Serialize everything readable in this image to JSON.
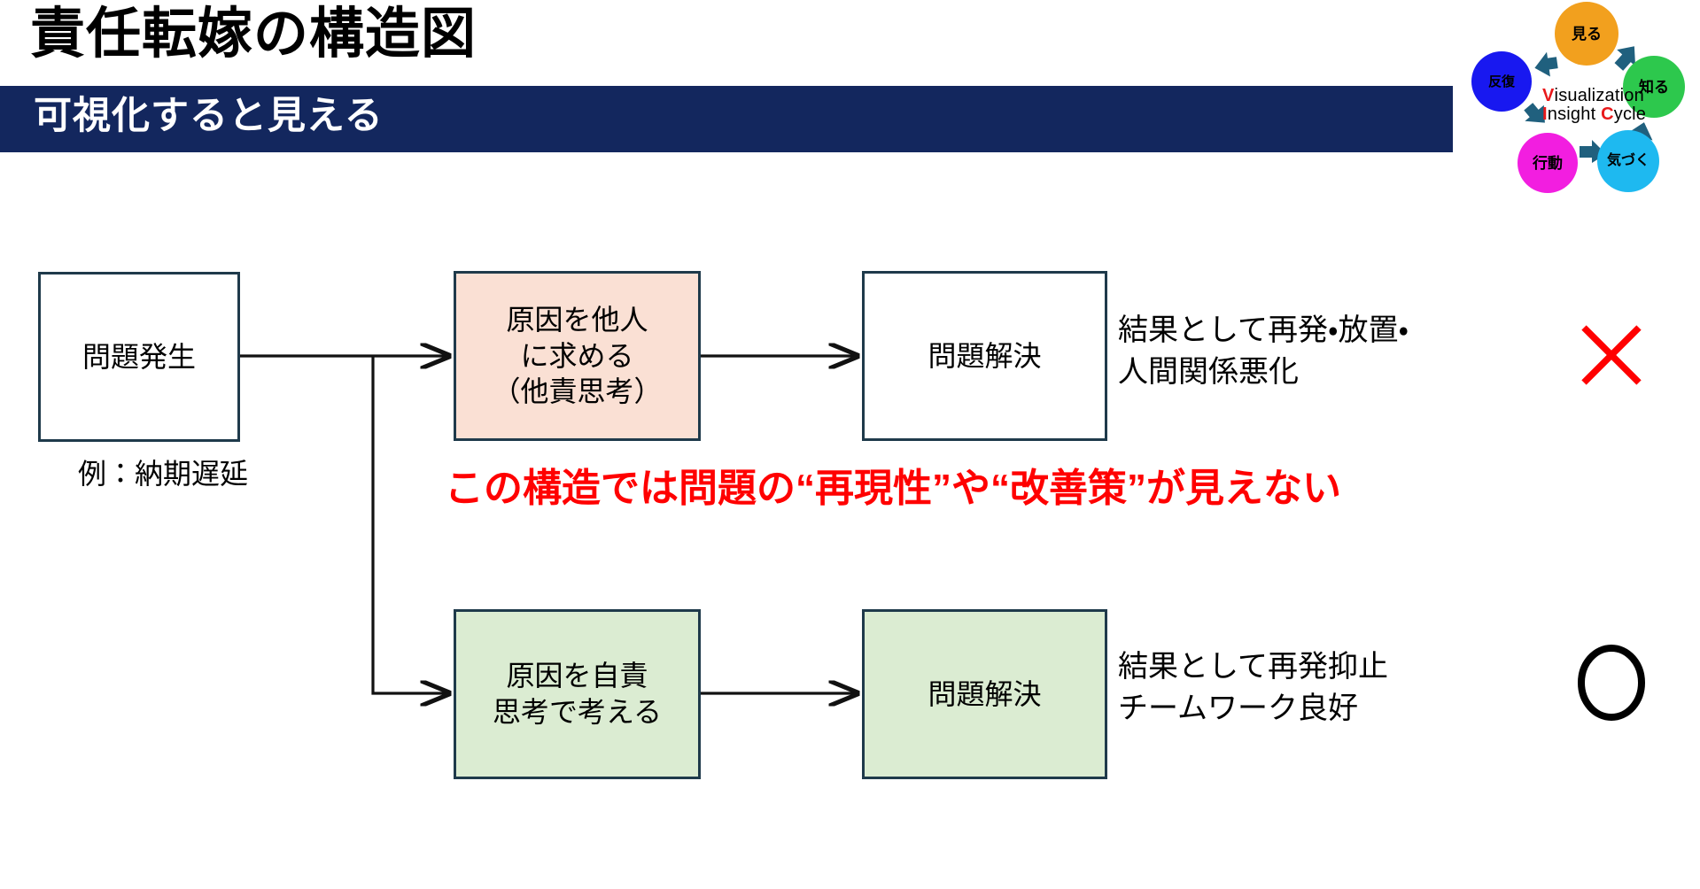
{
  "header": {
    "title": "責任転嫁の構造図",
    "subtitle": "可視化すると見える",
    "bar_color": "#13275E"
  },
  "logo": {
    "line1_prefix": "V",
    "line1_rest": "isualization",
    "line2_prefix": "I",
    "line2_mid": "nsight ",
    "line2_c": "C",
    "line2_rest": "ycle",
    "nodes": [
      {
        "label": "見る",
        "color": "#F2A01E"
      },
      {
        "label": "知る",
        "color": "#2DC84D"
      },
      {
        "label": "気づく",
        "color": "#1EB9F0"
      },
      {
        "label": "行動",
        "color": "#F21EE0"
      },
      {
        "label": "反復",
        "color": "#1818F0"
      }
    ],
    "accent_color": "#E8191B",
    "arrow_color": "#20607E"
  },
  "diagram": {
    "box_border_color": "#1F3A4B",
    "start": {
      "label": "問題発生",
      "fill": "#FFFFFF",
      "caption": "例：納期遅延"
    },
    "branch_bad": {
      "cause_label": "原因を他人\nに求める\n（他責思考）",
      "cause_fill": "#FAE0D4",
      "result_label": "問題解決",
      "result_fill": "#FFFFFF",
      "outcome": "結果として再発・放置・\n人間関係悪化",
      "verdict": "×",
      "verdict_color": "#FF0000"
    },
    "branch_good": {
      "cause_label": "原因を自責\n思考で考える",
      "cause_fill": "#DBECD2",
      "result_label": "問題解決",
      "result_fill": "#DBECD2",
      "outcome": "結果として再発抑止\nチームワーク良好",
      "verdict": "○",
      "verdict_color": "#000000"
    },
    "warning": "この構造では問題の“再現性”や“改善策”が見えない",
    "warning_color": "#FF0000"
  }
}
